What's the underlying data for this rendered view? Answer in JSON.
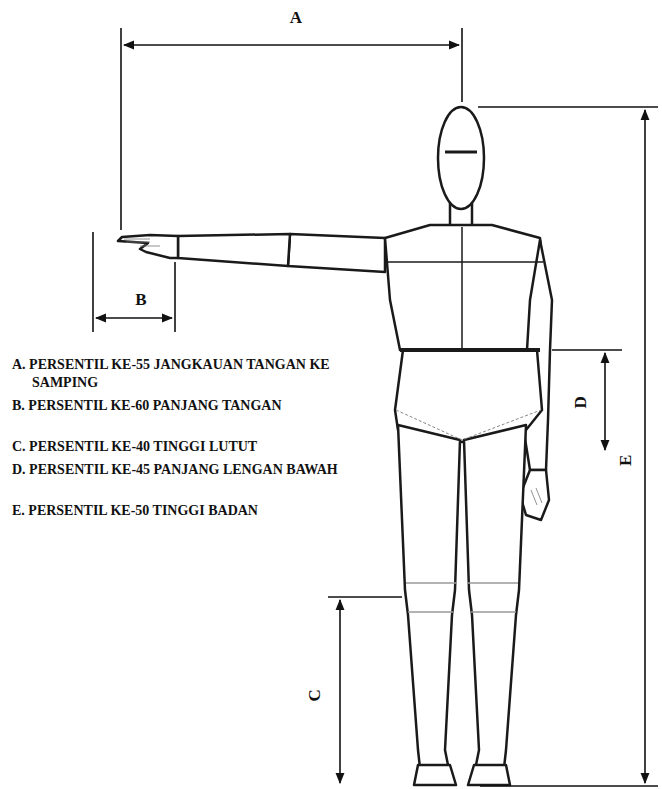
{
  "diagram": {
    "labels": [
      "A",
      "B",
      "C",
      "D",
      "E",
      "A. PERSENTIL KE-55 JANGKAUAN TANGAN KE SAMPING",
      "B. PERSENTIL KE-60 PANJANG TANGAN",
      "C. PERSENTIL KE-40 TINGGI LUTUT",
      "D. PERSENTIL KE-45 PANJANG LENGAN BAWAH",
      "E. PERSENTIL KE-50 TINGGI BADAN"
    ]
  }
}
